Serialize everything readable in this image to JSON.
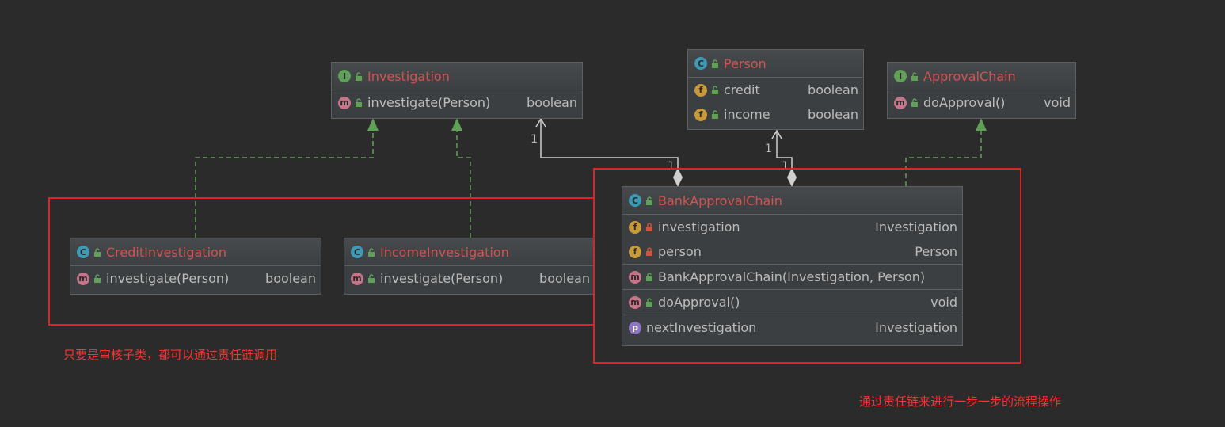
{
  "colors": {
    "background": "#2b2b2b",
    "class_title": "#d25252",
    "text": "#bbbbbb",
    "realization_arrow": "#5fa156",
    "association_line": "#cfcfcf",
    "highlight_box": "#e02222"
  },
  "classes": {
    "investigation": {
      "kind": "I",
      "title": "Investigation",
      "rows": [
        {
          "badge": "m",
          "name": "investigate(Person)",
          "type": "boolean"
        }
      ]
    },
    "person": {
      "kind": "C",
      "title": "Person",
      "rows": [
        {
          "badge": "f",
          "name": "credit",
          "type": "boolean"
        },
        {
          "badge": "f",
          "name": "income",
          "type": "boolean"
        }
      ]
    },
    "approval_chain": {
      "kind": "I",
      "title": "ApprovalChain",
      "rows": [
        {
          "badge": "m",
          "name": "doApproval()",
          "type": "void"
        }
      ]
    },
    "credit_investigation": {
      "kind": "C",
      "title": "CreditInvestigation",
      "rows": [
        {
          "badge": "m",
          "name": "investigate(Person)",
          "type": "boolean"
        }
      ]
    },
    "income_investigation": {
      "kind": "C",
      "title": "IncomeInvestigation",
      "rows": [
        {
          "badge": "m",
          "name": "investigate(Person)",
          "type": "boolean"
        }
      ]
    },
    "bank_approval_chain": {
      "kind": "C",
      "title": "BankApprovalChain",
      "rows": [
        {
          "badge": "f",
          "name": "investigation",
          "type": "Investigation"
        },
        {
          "badge": "f",
          "name": "person",
          "type": "Person"
        },
        {
          "badge": "m",
          "name": "BankApprovalChain(Investigation, Person)",
          "type": ""
        },
        {
          "badge": "m",
          "name": "doApproval()",
          "type": "void"
        },
        {
          "badge": "p",
          "name": "nextInvestigation",
          "type": "Investigation"
        }
      ]
    }
  },
  "multiplicities": {
    "inv_target": "1",
    "inv_source": "1",
    "person_target": "1",
    "person_source": "1"
  },
  "notes": {
    "left": "只要是审核子类，都可以通过责任链调用",
    "right": "通过责任链来进行一步一步的流程操作"
  }
}
